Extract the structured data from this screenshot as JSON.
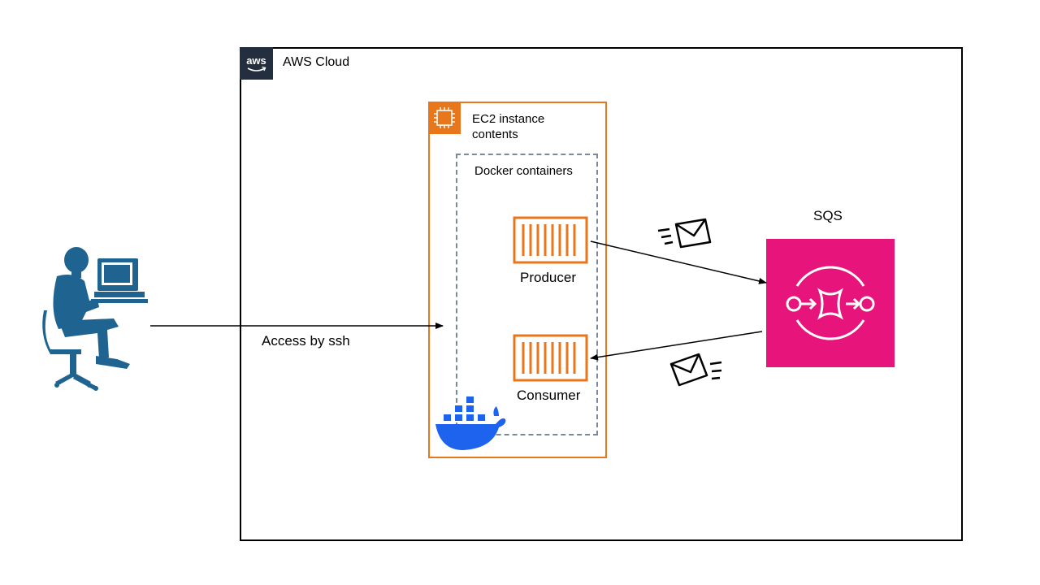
{
  "diagram": {
    "aws_cloud": {
      "label": "AWS Cloud",
      "logo_text": "aws"
    },
    "ec2": {
      "label_line1": "EC2 instance",
      "label_line2": "contents"
    },
    "docker": {
      "label": "Docker containers"
    },
    "producer": {
      "label": "Producer"
    },
    "consumer": {
      "label": "Consumer"
    },
    "sqs": {
      "label": "SQS"
    },
    "edges": {
      "ssh_label": "Access by ssh"
    }
  },
  "colors": {
    "aws_dark": "#232f3e",
    "ec2_orange": "#e8761b",
    "sqs_pink": "#e7157b",
    "docker_blue": "#1d63ed",
    "user_blue": "#1f6391",
    "dashed_gray": "#7d8998"
  },
  "icons": [
    "user-at-computer-icon",
    "aws-logo-icon",
    "ec2-chip-icon",
    "container-icon",
    "docker-whale-icon",
    "sqs-icon",
    "envelope-icon"
  ]
}
